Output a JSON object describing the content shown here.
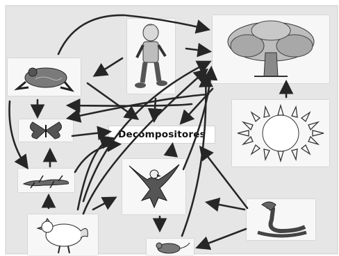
{
  "diagram": {
    "center_label": "Decompositores",
    "nodes": [
      {
        "id": "boy",
        "icon": "boy-icon"
      },
      {
        "id": "tree",
        "icon": "tree-icon"
      },
      {
        "id": "sun",
        "icon": "sun-icon"
      },
      {
        "id": "frog",
        "icon": "frog-icon"
      },
      {
        "id": "butterfly",
        "icon": "butterfly-icon"
      },
      {
        "id": "lizard",
        "icon": "lizard-icon"
      },
      {
        "id": "eagle",
        "icon": "eagle-icon"
      },
      {
        "id": "hen",
        "icon": "hen-icon"
      },
      {
        "id": "mouse",
        "icon": "mouse-icon"
      },
      {
        "id": "snake",
        "icon": "snake-icon"
      }
    ],
    "edges": [
      {
        "from": "sun",
        "to": "tree"
      },
      {
        "from": "frog",
        "to": "butterfly"
      },
      {
        "from": "lizard",
        "to": "butterfly"
      },
      {
        "from": "hen",
        "to": "lizard"
      },
      {
        "from": "eagle",
        "to": "mouse"
      },
      {
        "from": "boy",
        "to": "tree"
      },
      {
        "from": "boy",
        "to": "frog"
      },
      {
        "from": "boy",
        "to": "decompositores"
      },
      {
        "from": "eagle",
        "to": "decompositores"
      },
      {
        "from": "snake",
        "to": "eagle"
      },
      {
        "from": "snake",
        "to": "mouse"
      },
      {
        "from": "tree",
        "to": "decompositores"
      },
      {
        "from": "hen",
        "to": "decompositores"
      }
    ],
    "colors": {
      "background": "#ffffff",
      "paper": "#e9e9e9",
      "stroke": "#262626",
      "card": "#f7f7f7"
    }
  }
}
